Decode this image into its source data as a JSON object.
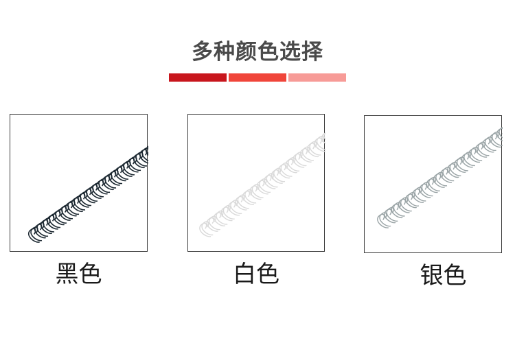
{
  "title": "多种颜色选择",
  "accent_bars": [
    {
      "color": "#c8161d"
    },
    {
      "color": "#f0453a"
    },
    {
      "color": "#f79b97"
    }
  ],
  "items": [
    {
      "label": "黑色",
      "wire_color": "#1e2a33",
      "icon": "binding-wire-black"
    },
    {
      "label": "白色",
      "wire_color": "#d9d9d9",
      "icon": "binding-wire-white"
    },
    {
      "label": "银色",
      "wire_color": "#9aa4a6",
      "icon": "binding-wire-silver"
    }
  ]
}
